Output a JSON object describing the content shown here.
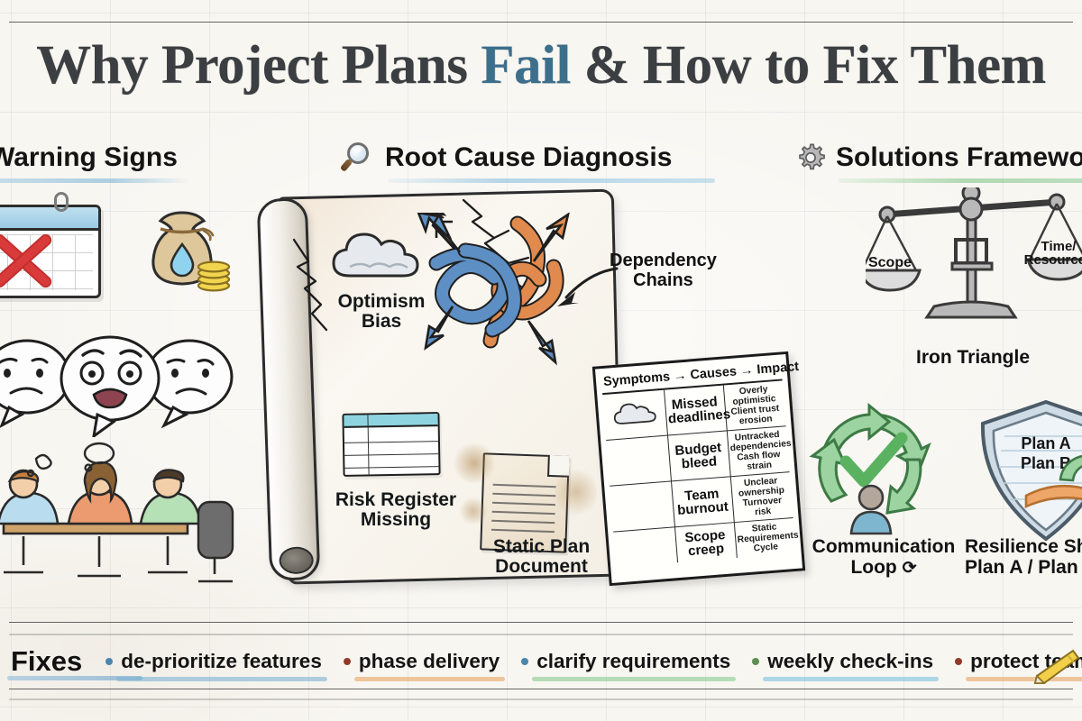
{
  "title": {
    "part1": "Why Project Plans ",
    "accent": "Fail",
    "part2": " & How to Fix Them"
  },
  "columns": {
    "warning": {
      "label": "Warning Signs",
      "underline_color": "#8cbfdd"
    },
    "root": {
      "label": "Root Cause Diagnosis",
      "icon": "magnifier-icon",
      "underline_color": "#8cc0dd"
    },
    "solutions": {
      "label": "Solutions Framework",
      "icon": "gear-icon",
      "underline_color": "#86c98d"
    }
  },
  "warning_signs": {
    "calendar": {
      "icon": "calendar-missed-deadline-icon"
    },
    "money_bag": {
      "icon": "leaking-money-bag-icon"
    },
    "bubbles": {
      "icon": "frustrated-speech-bubbles-icon"
    },
    "team": {
      "icon": "dejected-team-meeting-icon"
    }
  },
  "root_cause": {
    "scroll": {
      "icon": "cracked-scroll-icon"
    },
    "cloud": {
      "icon": "storm-cloud-icon"
    },
    "knot": {
      "icon": "tangled-knot-icon"
    },
    "labels": {
      "optimism": "Optimism\nBias",
      "risk_register": "Risk Register\nMissing",
      "static_plan": "Static Plan\nDocument",
      "dependency": "Dependency\nChains"
    }
  },
  "symptom_table": {
    "title": "Symptoms → Causes → Impact",
    "rows": [
      {
        "icon": "cloud-icon",
        "symptom": "Missed\ndeadlines",
        "impact": "Overly\noptimistic\nClient trust\nerosion"
      },
      {
        "icon": "",
        "symptom": "Budget\nbleed",
        "impact": "Untracked\ndependencies\nCash flow\nstrain"
      },
      {
        "icon": "",
        "symptom": "Team\nburnout",
        "impact": "Unclear\nownership\nTurnover risk"
      },
      {
        "icon": "",
        "symptom": "Scope\ncreep",
        "impact": "Static\nRequirements\nCycle"
      }
    ]
  },
  "solutions": {
    "scale": {
      "icon": "balance-scale-icon",
      "left_pan_label": "Scope",
      "right_pan_label": "Time/\nResources",
      "caption": "Iron Triangle"
    },
    "communication": {
      "icon": "circular-arrows-check-icon",
      "caption": "Communication\nLoop",
      "glyph": "⟳"
    },
    "resilience": {
      "icon": "shield-icon",
      "shield_text": "Plan A\nPlan B",
      "caption": "Resilience Shield\nPlan A / Plan B"
    }
  },
  "footer": {
    "title": "Fixes",
    "items": [
      {
        "label": "de-prioritize features",
        "dot_color": "#4b86ad",
        "underline_color": "#7fb4d4"
      },
      {
        "label": "phase delivery",
        "dot_color": "#8f3a2a",
        "underline_color": "#e8a766"
      },
      {
        "label": "clarify requirements",
        "dot_color": "#4b86ad",
        "underline_color": "#8ccb95"
      },
      {
        "label": "weekly check-ins",
        "dot_color": "#5d8f55",
        "underline_color": "#7fc2e0"
      },
      {
        "label": "protect team buffers",
        "dot_color": "#8f3a2a",
        "underline_color": "#e8a766"
      }
    ],
    "pencil_icon": "pencil-icon"
  }
}
